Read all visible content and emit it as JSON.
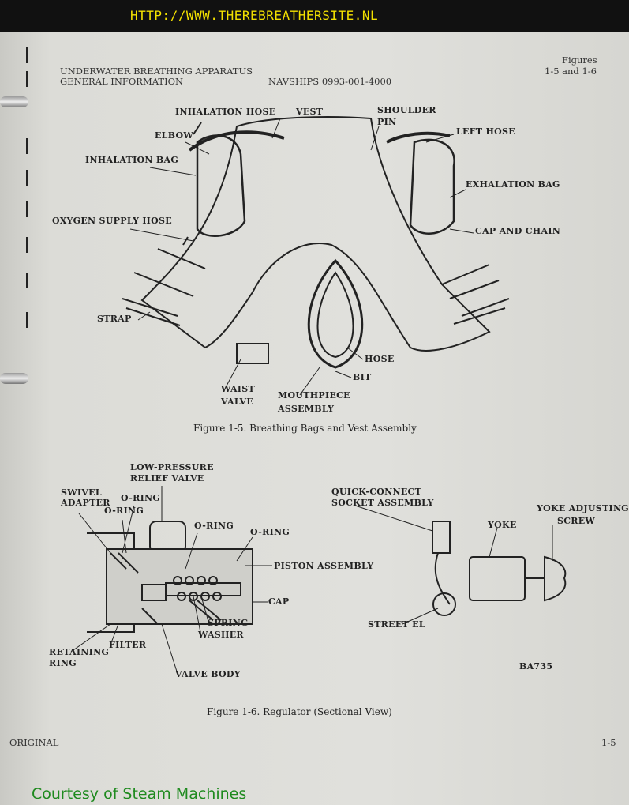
{
  "banner": "HTTP://WWW.THEREBREATHERSITE.NL",
  "header": {
    "title_line1": "UNDERWATER BREATHING APPARATUS",
    "title_line2": "GENERAL INFORMATION",
    "doc_number": "NAVSHIPS 0993-001-4000",
    "figures_line1": "Figures",
    "figures_line2": "1-5 and 1-6"
  },
  "figure_1_5": {
    "labels": {
      "inhalation_hose": "INHALATION HOSE",
      "vest": "VEST",
      "shoulder_pin_1": "SHOULDER",
      "shoulder_pin_2": "PIN",
      "elbow": "ELBOW",
      "left_hose": "LEFT HOSE",
      "inhalation_bag": "INHALATION BAG",
      "exhalation_bag": "EXHALATION BAG",
      "oxygen_supply_hose": "OXYGEN SUPPLY HOSE",
      "cap_and_chain": "CAP AND CHAIN",
      "strap": "STRAP",
      "hose": "HOSE",
      "bit": "BIT",
      "waist_valve_1": "WAIST",
      "waist_valve_2": "VALVE",
      "mouthpiece_1": "MOUTHPIECE",
      "mouthpiece_2": "ASSEMBLY"
    },
    "caption": "Figure 1-5.   Breathing Bags and Vest Assembly"
  },
  "figure_1_6": {
    "labels": {
      "lp_relief_1": "LOW-PRESSURE",
      "lp_relief_2": "RELIEF VALVE",
      "swivel_1": "SWIVEL",
      "swivel_2": "ADAPTER",
      "oring_a": "O-RING",
      "oring_b": "O-RING",
      "oring_c": "O-RING",
      "oring_d": "O-RING",
      "piston_assembly": "PISTON ASSEMBLY",
      "cap": "CAP",
      "spring": "SPRING",
      "washer": "WASHER",
      "filter": "FILTER",
      "retaining_1": "RETAINING",
      "retaining_2": "RING",
      "valve_body": "VALVE BODY",
      "quick_connect_1": "QUICK-CONNECT",
      "quick_connect_2": "SOCKET ASSEMBLY",
      "yoke": "YOKE",
      "yoke_screw_1": "YOKE ADJUSTING",
      "yoke_screw_2": "SCREW",
      "street_el": "STREET EL",
      "drawing_id": "BA735"
    },
    "caption": "Figure 1-6.   Regulator (Sectional View)"
  },
  "footer": {
    "left": "ORIGINAL",
    "right": "1-5"
  },
  "courtesy": "Courtesy of Steam Machines"
}
